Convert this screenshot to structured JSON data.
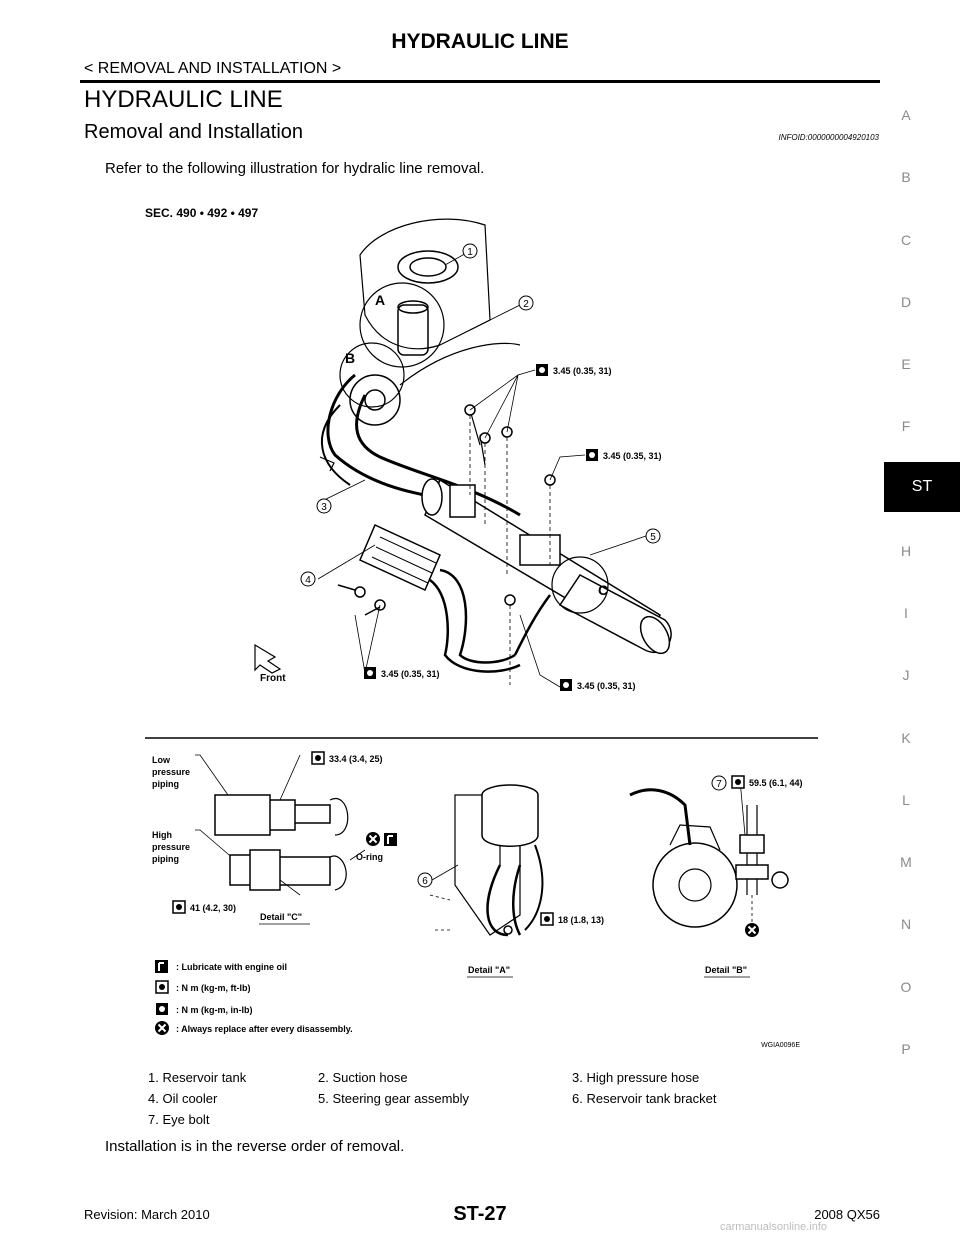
{
  "header": {
    "title": "HYDRAULIC LINE",
    "subtitle": "< REMOVAL AND INSTALLATION >"
  },
  "section": {
    "title": "HYDRAULIC LINE",
    "subtitle": "Removal and Installation",
    "info_id": "INFOID:0000000004920103",
    "intro": "Refer to the following illustration for hydralic line removal."
  },
  "sidebar": {
    "letters": [
      "A",
      "B",
      "C",
      "D",
      "E",
      "F",
      "ST",
      "H",
      "I",
      "J",
      "K",
      "L",
      "M",
      "N",
      "O",
      "P"
    ],
    "active": "ST"
  },
  "figure": {
    "sec_label": "SEC. 490 • 492 • 497",
    "labels_letters": [
      "A",
      "B",
      "C"
    ],
    "callouts": [
      "1",
      "2",
      "3",
      "4",
      "5",
      "6",
      "7"
    ],
    "torques": {
      "t1": "3.45 (0.35, 31)",
      "t2": "3.45 (0.35, 31)",
      "t3": "3.45 (0.35, 31)",
      "t4": "3.45 (0.35, 31)",
      "t5": "33.4 (3.4, 25)",
      "t6": "41 (4.2, 30)",
      "t7": "18 (1.8, 13)",
      "t8": "59.5 (6.1, 44)"
    },
    "front": "Front",
    "low_pressure": [
      "Low",
      "pressure",
      "piping"
    ],
    "high_pressure": [
      "High",
      "pressure",
      "piping"
    ],
    "oring": "O-ring",
    "detail_a": "Detail \"A\"",
    "detail_b": "Detail \"B\"",
    "detail_c": "Detail \"C\"",
    "key": {
      "lubricate": ": Lubricate with engine oil",
      "nm_ftlb": ": N m (kg-m, ft-lb)",
      "nm_inlb": ": N m (kg-m, in-lb)",
      "replace": ": Always replace after every disassembly."
    },
    "code": "WGIA0096E"
  },
  "legend": {
    "items": [
      "1.  Reservoir tank",
      "2.  Suction hose",
      "3.  High pressure hose",
      "4.  Oil cooler",
      "5.  Steering gear assembly",
      "6.  Reservoir tank bracket",
      "7.  Eye bolt"
    ]
  },
  "outro": "Installation is in the reverse order of removal.",
  "footer": {
    "revision": "Revision: March 2010",
    "page": "ST-27",
    "model": "2008 QX56",
    "watermark": "carmanualsonline.info"
  }
}
